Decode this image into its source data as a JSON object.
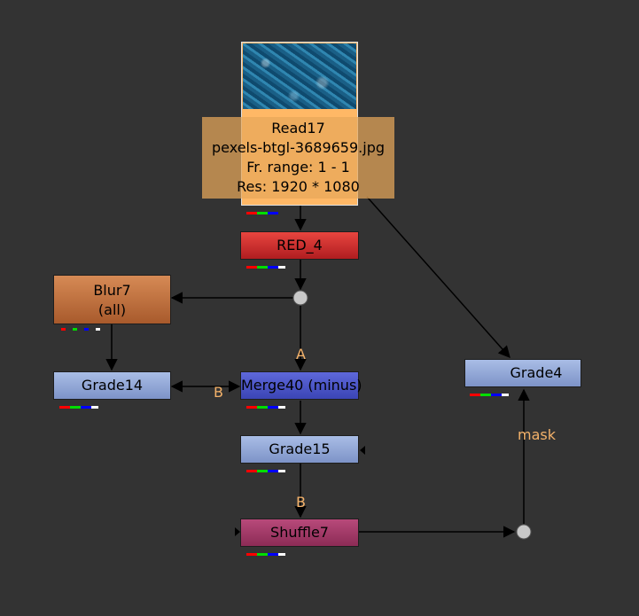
{
  "nodes": {
    "read": {
      "title": "Read17",
      "file": "pexels-btgl-3689659.jpg",
      "range": "Fr. range: 1 - 1",
      "res": "Res: 1920 * 1080",
      "color": "#ffb866"
    },
    "red": {
      "label": "RED_4",
      "color": "#d0262a"
    },
    "blur": {
      "label": "Blur7",
      "sublabel": "(all)",
      "color": "#c8743f"
    },
    "grade14": {
      "label": "Grade14",
      "color": "#8fa6d8"
    },
    "merge": {
      "label": "Merge40 (minus)",
      "color": "#4b55c9"
    },
    "grade15": {
      "label": "Grade15",
      "color": "#8fa6d8"
    },
    "shuffle": {
      "label": "Shuffle7",
      "color": "#a63d6a"
    },
    "grade4": {
      "label": "Grade4",
      "color": "#8fa6d8"
    }
  },
  "edge_labels": {
    "merge_a": "A",
    "merge_b": "B",
    "shuffle_b": "B",
    "grade4_mask": "mask"
  },
  "colors": {
    "background": "#333333",
    "edge": "#000000",
    "edge_label": "#f4b26a",
    "dot": "#c8c8c8"
  }
}
